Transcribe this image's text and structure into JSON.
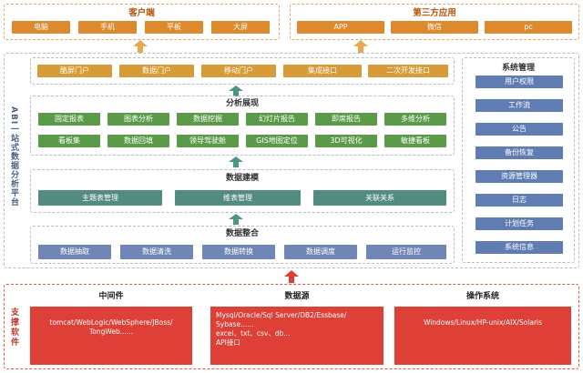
{
  "client": {
    "title": "客户端",
    "items": [
      "电脑",
      "手机",
      "平板",
      "大屏"
    ]
  },
  "third_party": {
    "title": "第三方应用",
    "items": [
      "APP",
      "微信",
      "pc"
    ]
  },
  "portal_row": [
    "酷屏门户",
    "数据门户",
    "移动门户",
    "集成接口",
    "二次开发接口"
  ],
  "platform_label": "ABI一站式数据分析平台",
  "analysis": {
    "title": "分析展现",
    "row1": [
      "固定报表",
      "图表分析",
      "数据挖掘",
      "幻灯片报告",
      "即席报告",
      "多维分析"
    ],
    "row2": [
      "看板集",
      "数据回填",
      "领导驾驶舱",
      "GIS地图定位",
      "3D可视化",
      "敏捷看板"
    ]
  },
  "modeling": {
    "title": "数据建模",
    "items": [
      "主题表管理",
      "维表管理",
      "关联关系"
    ]
  },
  "integration": {
    "title": "数据整合",
    "items": [
      "数据抽取",
      "数据清洗",
      "数据转换",
      "数据调度",
      "运行监控"
    ]
  },
  "system": {
    "title": "系统管理",
    "items": [
      "用户权限",
      "工作流",
      "公告",
      "备份恢复",
      "资源管理器",
      "日志",
      "计划任务",
      "系统信息"
    ]
  },
  "support": {
    "label": "支撑软件",
    "middleware": {
      "title": "中间件",
      "text": "tomcat/WebLogic/WebSphere/JBoss/\nTongWeb......"
    },
    "datasource": {
      "title": "数据源",
      "text": "Mysql/Oracle/Sql Server/DB2/Essbase/\nSybase......\nexcel、txt、csv、db...\nAPI接口"
    },
    "os": {
      "title": "操作系统",
      "text": "Windows/Linux/HP-unix/AIX/Solaris"
    }
  }
}
